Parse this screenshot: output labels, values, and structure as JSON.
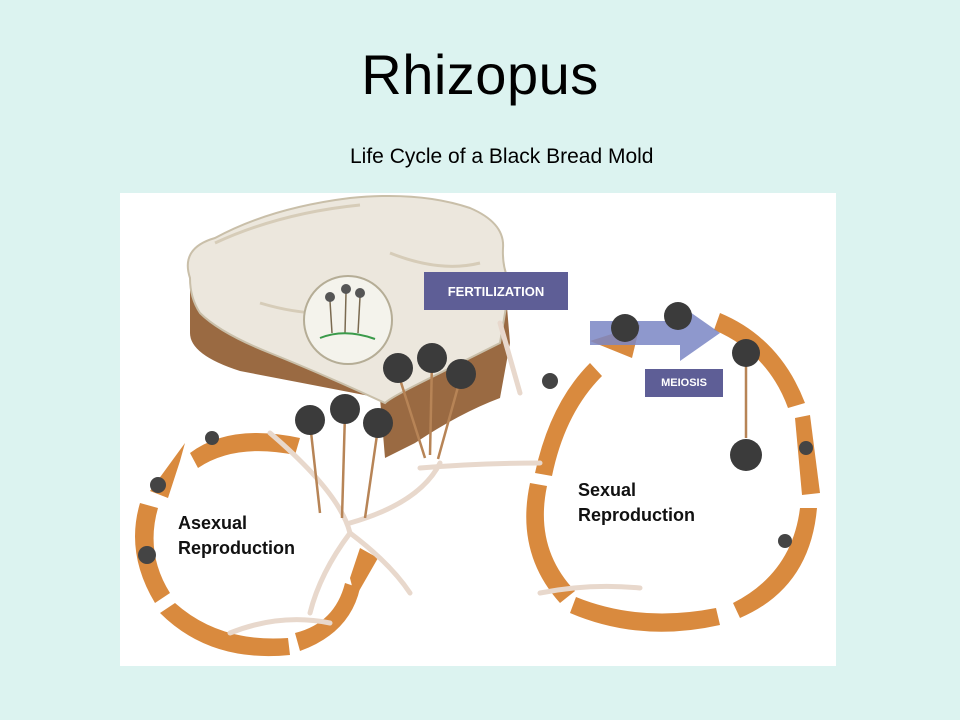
{
  "title": "Rhizopus",
  "subtitle": "Life Cycle of a Black Bread Mold",
  "diagram": {
    "fertilization_label": "FERTILIZATION",
    "meiosis_label": "MEIOSIS",
    "asexual_label_line1": "Asexual",
    "asexual_label_line2": "Reproduction",
    "sexual_label_line1": "Sexual",
    "sexual_label_line2": "Reproduction"
  },
  "colors": {
    "background": "#dcf3f0",
    "arrow": "#d98a3e",
    "bread_crust": "#9a6a42",
    "bread_crumb": "#ece7dd",
    "label_box": "#5e5e96",
    "sporangium": "#3b3b3b"
  }
}
